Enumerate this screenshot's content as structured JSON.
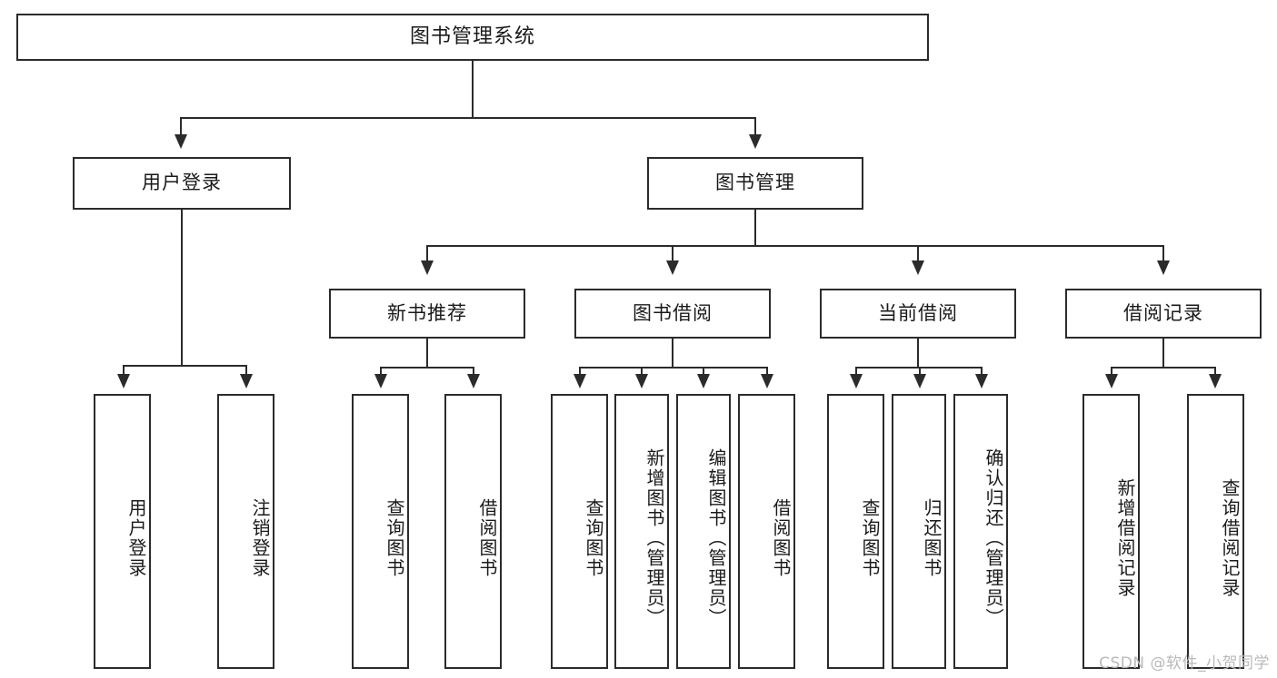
{
  "diagram": {
    "title": "图书管理系统",
    "type": "hierarchy-tree",
    "root": {
      "id": "root",
      "label": "图书管理系统",
      "orientation": "horizontal"
    },
    "level1": [
      {
        "id": "user-login",
        "label": "用户登录",
        "orientation": "horizontal"
      },
      {
        "id": "book-management",
        "label": "图书管理",
        "orientation": "horizontal"
      }
    ],
    "level2": [
      {
        "id": "new-book-recommend",
        "label": "新书推荐",
        "orientation": "horizontal",
        "parent": "book-management"
      },
      {
        "id": "book-borrow",
        "label": "图书借阅",
        "orientation": "horizontal",
        "parent": "book-management"
      },
      {
        "id": "current-borrow",
        "label": "当前借阅",
        "orientation": "horizontal",
        "parent": "book-management"
      },
      {
        "id": "borrow-record",
        "label": "借阅记录",
        "orientation": "horizontal",
        "parent": "book-management"
      }
    ],
    "leaves": [
      {
        "id": "leaf-user-login",
        "label": "用户登录",
        "parent": "user-login"
      },
      {
        "id": "leaf-user-logout",
        "label": "注销登录",
        "parent": "user-login"
      },
      {
        "id": "leaf-query-book-1",
        "label": "查询图书",
        "parent": "new-book-recommend"
      },
      {
        "id": "leaf-borrow-book-1",
        "label": "借阅图书",
        "parent": "new-book-recommend"
      },
      {
        "id": "leaf-query-book-2",
        "label": "查询图书",
        "parent": "book-borrow"
      },
      {
        "id": "leaf-add-book",
        "label": "新增图书（管理员）",
        "parent": "book-borrow"
      },
      {
        "id": "leaf-edit-book",
        "label": "编辑图书（管理员）",
        "parent": "book-borrow"
      },
      {
        "id": "leaf-borrow-book-2",
        "label": "借阅图书",
        "parent": "book-borrow"
      },
      {
        "id": "leaf-query-book-3",
        "label": "查询图书",
        "parent": "current-borrow"
      },
      {
        "id": "leaf-return-book",
        "label": "归还图书",
        "parent": "current-borrow"
      },
      {
        "id": "leaf-confirm-return",
        "label": "确认归还（管理员）",
        "parent": "current-borrow"
      },
      {
        "id": "leaf-add-record",
        "label": "新增借阅记录",
        "parent": "borrow-record"
      },
      {
        "id": "leaf-query-record",
        "label": "查询借阅记录",
        "parent": "borrow-record"
      }
    ]
  },
  "watermark": {
    "text": "CSDN @软件_小贺同学"
  },
  "colors": {
    "stroke": "#2b2b2b",
    "background": "#ffffff",
    "text": "#1a1a1a",
    "watermark": "#b9b9b9"
  }
}
